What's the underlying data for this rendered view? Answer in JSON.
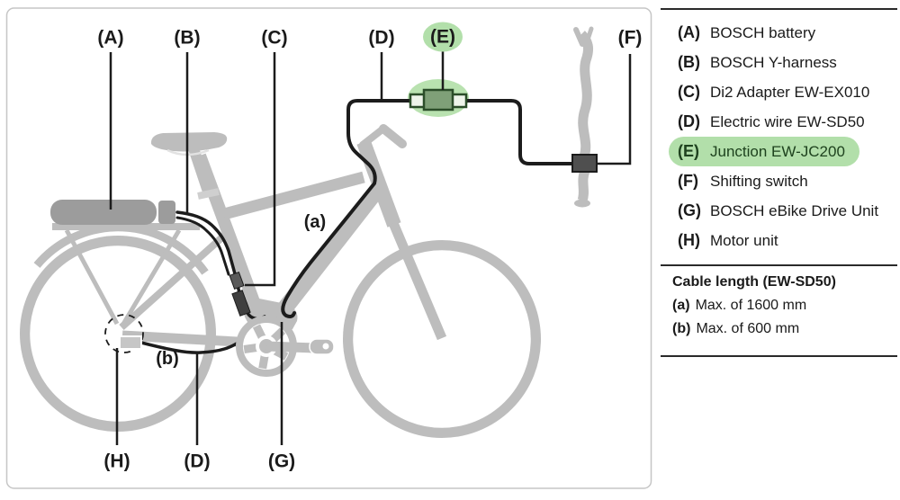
{
  "diagram": {
    "callouts": {
      "A": "(A)",
      "B": "(B)",
      "C": "(C)",
      "D_top": "(D)",
      "E": "(E)",
      "F": "(F)",
      "H": "(H)",
      "D_bottom": "(D)",
      "G": "(G)"
    },
    "frame_labels": {
      "a": "(a)",
      "b": "(b)"
    }
  },
  "legend": {
    "items": [
      {
        "key": "(A)",
        "label": "BOSCH battery",
        "highlighted": false
      },
      {
        "key": "(B)",
        "label": "BOSCH Y-harness",
        "highlighted": false
      },
      {
        "key": "(C)",
        "label": "Di2 Adapter EW-EX010",
        "highlighted": false
      },
      {
        "key": "(D)",
        "label": "Electric wire EW-SD50",
        "highlighted": false
      },
      {
        "key": "(E)",
        "label": "Junction EW-JC200",
        "highlighted": true
      },
      {
        "key": "(F)",
        "label": "Shifting switch",
        "highlighted": false
      },
      {
        "key": "(G)",
        "label": "BOSCH eBike Drive Unit",
        "highlighted": false
      },
      {
        "key": "(H)",
        "label": "Motor unit",
        "highlighted": false
      }
    ]
  },
  "cable_length": {
    "title": "Cable length (EW-SD50)",
    "items": [
      {
        "key": "(a)",
        "label": "Max. of 1600 mm"
      },
      {
        "key": "(b)",
        "label": "Max. of 600 mm"
      }
    ]
  },
  "colors": {
    "highlight_green": "#b2dfaa",
    "junction_green": "#7fa078",
    "junction_border": "#2b4d29",
    "bike_gray": "#bdbdbd",
    "battery_gray": "#9c9c9c",
    "cable_black": "#1c1c1c"
  }
}
